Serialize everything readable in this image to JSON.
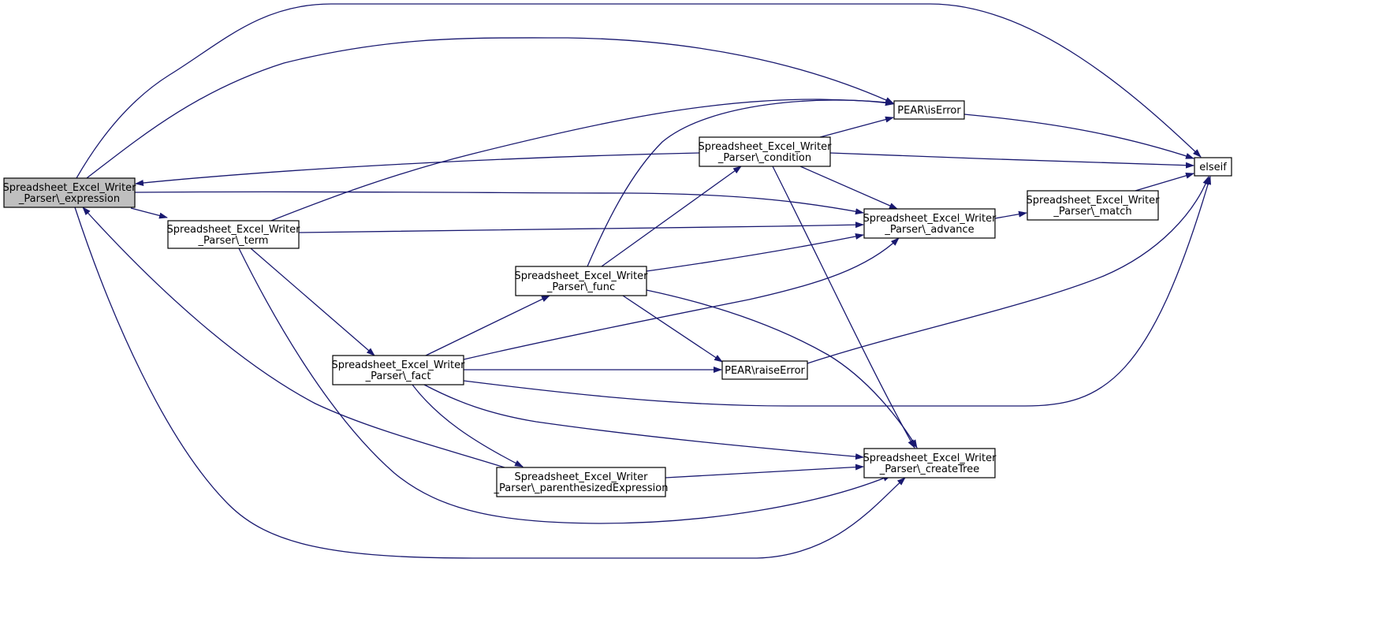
{
  "colors": {
    "edge": "#191970",
    "node_fill": "#ffffff",
    "highlight_fill": "#bfbfbf",
    "border": "#000000"
  },
  "nodes": [
    {
      "id": "expression",
      "lines": [
        "Spreadsheet_Excel_Writer",
        "_Parser\\_expression"
      ],
      "highlight": true
    },
    {
      "id": "term",
      "lines": [
        "Spreadsheet_Excel_Writer",
        "_Parser\\_term"
      ]
    },
    {
      "id": "fact",
      "lines": [
        "Spreadsheet_Excel_Writer",
        "_Parser\\_fact"
      ]
    },
    {
      "id": "func",
      "lines": [
        "Spreadsheet_Excel_Writer",
        "_Parser\\_func"
      ]
    },
    {
      "id": "condition",
      "lines": [
        "Spreadsheet_Excel_Writer",
        "_Parser\\_condition"
      ]
    },
    {
      "id": "paren",
      "lines": [
        "Spreadsheet_Excel_Writer",
        "_Parser\\_parenthesizedExpression"
      ]
    },
    {
      "id": "advance",
      "lines": [
        "Spreadsheet_Excel_Writer",
        "_Parser\\_advance"
      ]
    },
    {
      "id": "createTree",
      "lines": [
        "Spreadsheet_Excel_Writer",
        "_Parser\\_createTree"
      ]
    },
    {
      "id": "match",
      "lines": [
        "Spreadsheet_Excel_Writer",
        "_Parser\\_match"
      ]
    },
    {
      "id": "isError",
      "lines": [
        "PEAR\\isError"
      ]
    },
    {
      "id": "raiseError",
      "lines": [
        "PEAR\\raiseError"
      ]
    },
    {
      "id": "elseif",
      "lines": [
        "elseif"
      ]
    }
  ],
  "edges": [
    {
      "from": "expression",
      "to": "elseif"
    },
    {
      "from": "expression",
      "to": "isError"
    },
    {
      "from": "expression",
      "to": "term"
    },
    {
      "from": "expression",
      "to": "advance"
    },
    {
      "from": "expression",
      "to": "createTree"
    },
    {
      "from": "term",
      "to": "isError"
    },
    {
      "from": "term",
      "to": "advance"
    },
    {
      "from": "term",
      "to": "fact"
    },
    {
      "from": "term",
      "to": "createTree"
    },
    {
      "from": "condition",
      "to": "expression"
    },
    {
      "from": "condition",
      "to": "isError"
    },
    {
      "from": "condition",
      "to": "elseif"
    },
    {
      "from": "condition",
      "to": "advance"
    },
    {
      "from": "condition",
      "to": "createTree"
    },
    {
      "from": "func",
      "to": "isError"
    },
    {
      "from": "func",
      "to": "condition"
    },
    {
      "from": "func",
      "to": "advance"
    },
    {
      "from": "func",
      "to": "raiseError"
    },
    {
      "from": "func",
      "to": "createTree"
    },
    {
      "from": "fact",
      "to": "func"
    },
    {
      "from": "fact",
      "to": "advance"
    },
    {
      "from": "fact",
      "to": "raiseError"
    },
    {
      "from": "fact",
      "to": "elseif"
    },
    {
      "from": "fact",
      "to": "createTree"
    },
    {
      "from": "fact",
      "to": "paren"
    },
    {
      "from": "paren",
      "to": "expression"
    },
    {
      "from": "paren",
      "to": "createTree"
    },
    {
      "from": "isError",
      "to": "elseif"
    },
    {
      "from": "advance",
      "to": "match"
    },
    {
      "from": "match",
      "to": "elseif"
    },
    {
      "from": "raiseError",
      "to": "elseif"
    }
  ]
}
